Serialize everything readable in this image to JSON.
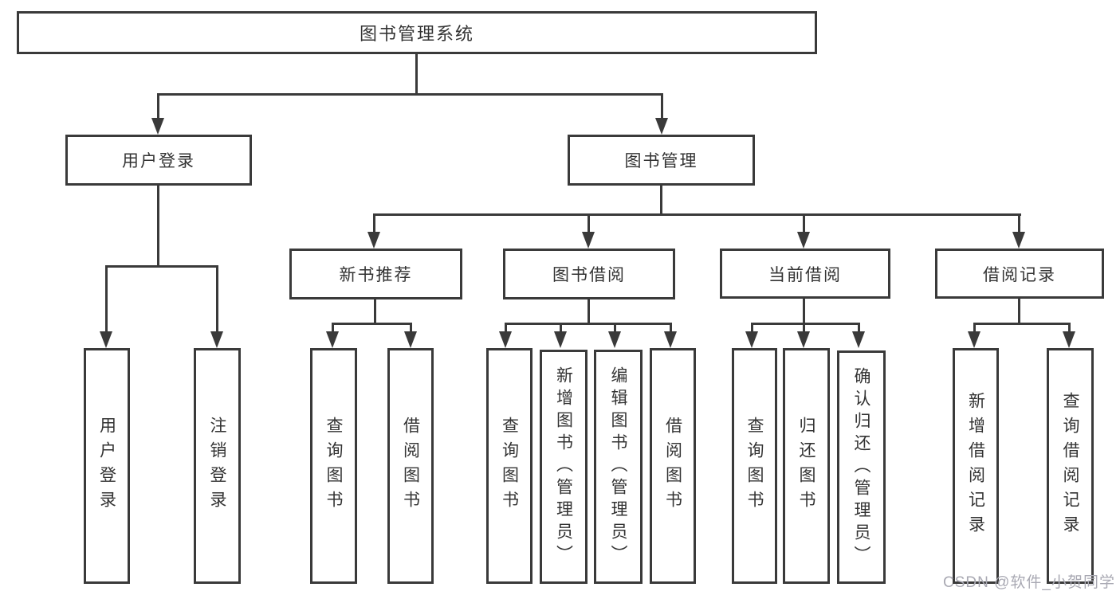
{
  "page": {
    "background_color": "#ffffff",
    "line_color": "#3a3a3a",
    "text_color": "#333333",
    "watermark_color": "#a9a9b3"
  },
  "diagram": {
    "type": "hierarchy-tree",
    "title": "图书管理系统",
    "level2": [
      {
        "label": "用户登录"
      },
      {
        "label": "图书管理"
      }
    ],
    "level3": [
      {
        "label": "新书推荐"
      },
      {
        "label": "图书借阅"
      },
      {
        "label": "当前借阅"
      },
      {
        "label": "借阅记录"
      }
    ],
    "leaves": {
      "user": [
        "用户登录",
        "注销登录"
      ],
      "newbook": [
        "查询图书",
        "借阅图书"
      ],
      "borrow": [
        "查询图书",
        "新增图书（管理员）",
        "编辑图书（管理员）",
        "借阅图书"
      ],
      "current": [
        "查询图书",
        "归还图书",
        "确认归还（管理员）"
      ],
      "records": [
        "新增借阅记录",
        "查询借阅记录"
      ]
    }
  },
  "watermark": {
    "text": "CSDN @软件_小贺同学"
  }
}
